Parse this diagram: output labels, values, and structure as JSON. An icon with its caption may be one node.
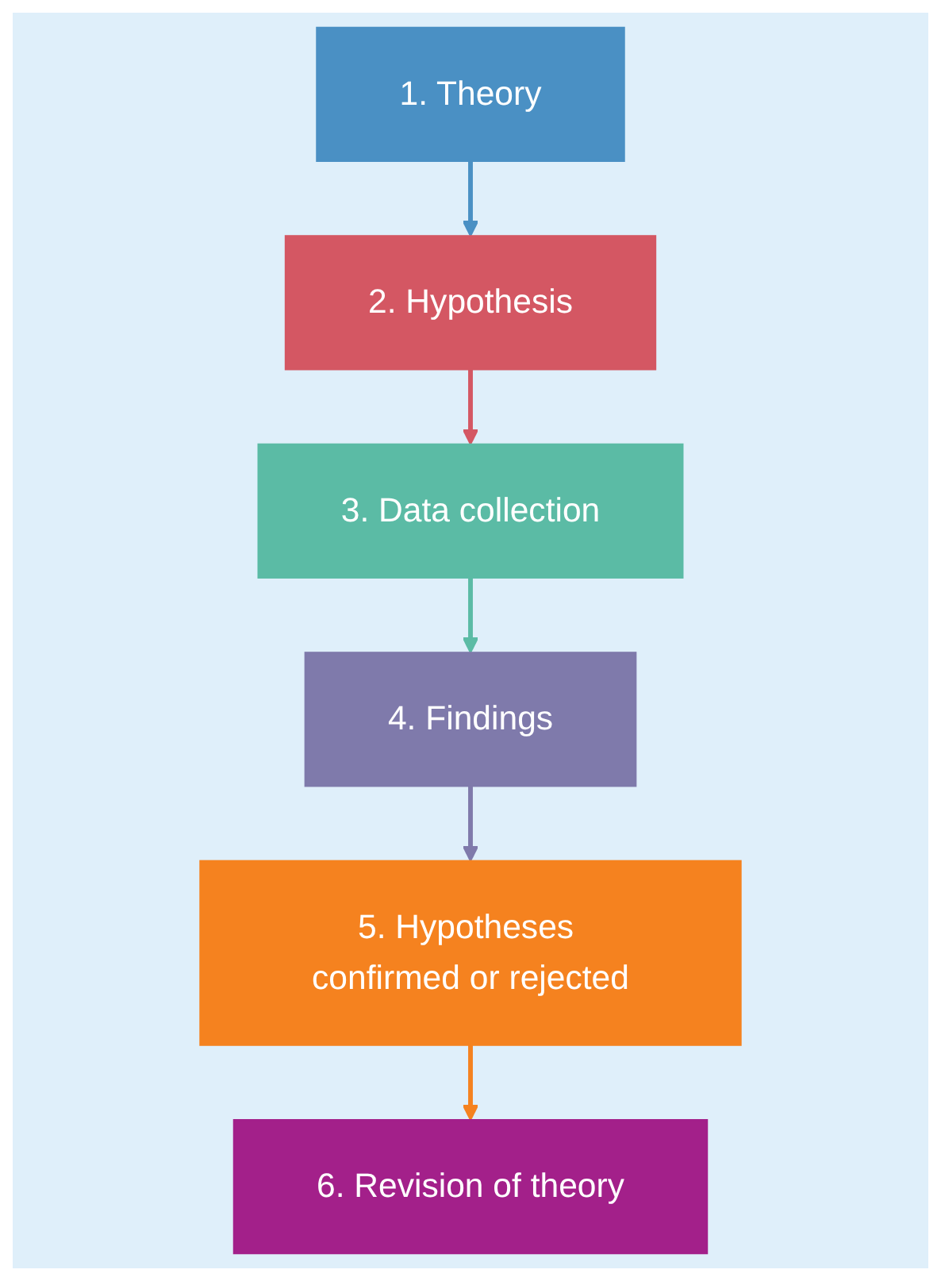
{
  "diagram": {
    "nodes": [
      {
        "text": [
          "1. Theory"
        ]
      },
      {
        "text": [
          "2. Hypothesis"
        ]
      },
      {
        "text": [
          "3. Data collection"
        ]
      },
      {
        "text": [
          "4. Findings"
        ]
      },
      {
        "text": [
          "5. Hypotheses confirmed or rejected"
        ]
      },
      {
        "text": [
          "6. Revision of theory"
        ]
      }
    ],
    "edges": [
      {
        "from": 0,
        "to": 1,
        "arrow": "to",
        "color": "#4a90c4"
      },
      {
        "from": 1,
        "to": 2,
        "arrow": "to",
        "color": "#d45763"
      },
      {
        "from": 2,
        "to": 3,
        "arrow": "to",
        "color": "#5bbba5"
      },
      {
        "from": 3,
        "to": 4,
        "arrow": "to",
        "color": "#7f7aab"
      },
      {
        "from": 4,
        "to": 5,
        "arrow": "to",
        "color": "#f5821f"
      }
    ]
  }
}
